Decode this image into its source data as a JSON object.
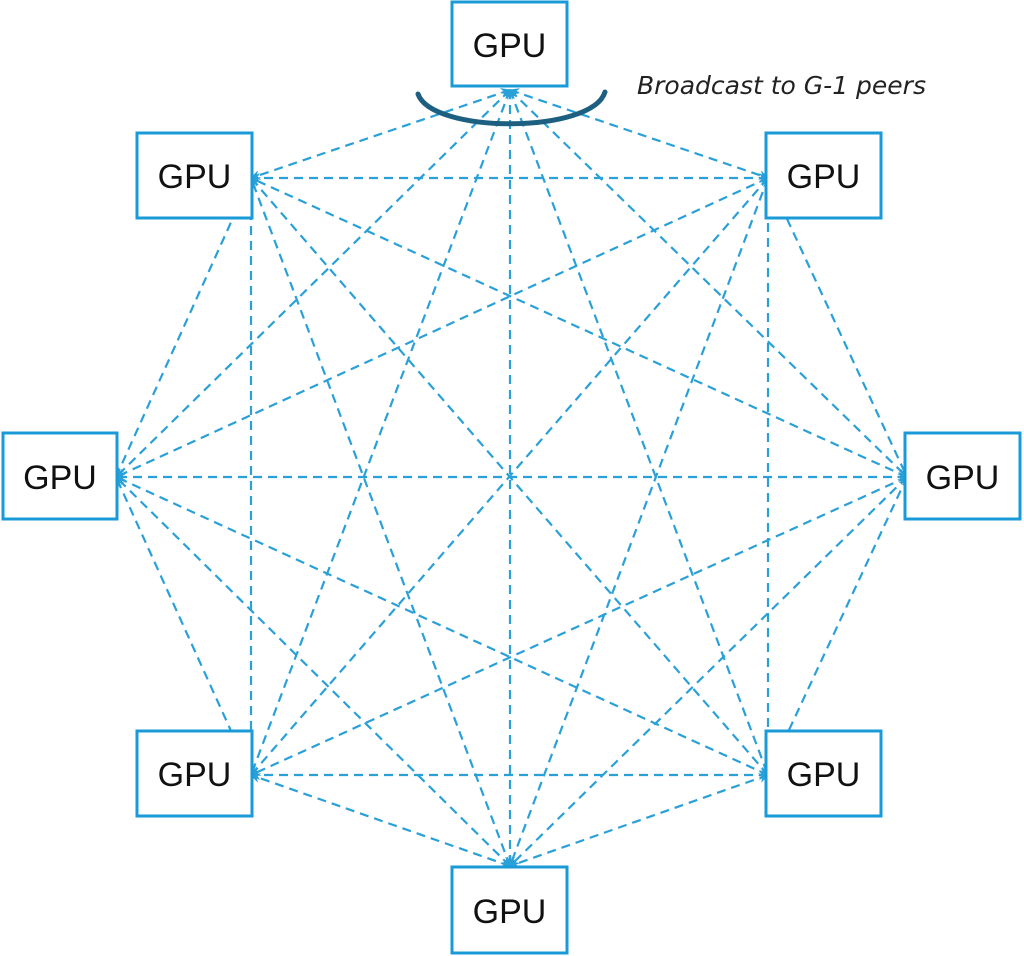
{
  "diagram": {
    "node_label": "GPU",
    "annotation": "Broadcast to G-1 peers",
    "nodes": [
      {
        "id": "top"
      },
      {
        "id": "upper-right"
      },
      {
        "id": "right"
      },
      {
        "id": "lower-right"
      },
      {
        "id": "bottom"
      },
      {
        "id": "lower-left"
      },
      {
        "id": "left"
      },
      {
        "id": "upper-left"
      }
    ],
    "connectivity": "all-to-all",
    "colors": {
      "node_border": "#1a9bd7",
      "edge": "#2aa0d8",
      "bracket": "#1d5f80",
      "text": "#111111"
    }
  }
}
